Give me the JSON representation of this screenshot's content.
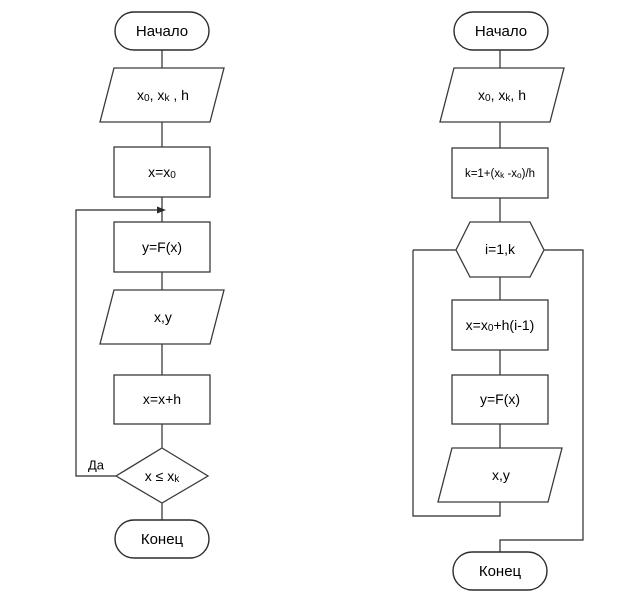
{
  "diagram": {
    "title": "Flowchart comparison: while-loop algorithm vs counted-loop algorithm",
    "language": "ru",
    "background_color": "#ffffff",
    "stroke_color": "#2b2b2b",
    "shape_fill": "#ffffff"
  },
  "left_flowchart": {
    "name": "while-loop-tabulation",
    "nodes": [
      {
        "id": "start",
        "type": "terminator",
        "text_parts": [
          {
            "t": "Начало"
          }
        ]
      },
      {
        "id": "input",
        "type": "input-output",
        "text_parts": [
          {
            "t": "x"
          },
          {
            "t": "0",
            "sub": true
          },
          {
            "t": ", x"
          },
          {
            "t": "k",
            "sub": true
          },
          {
            "t": " , h"
          }
        ]
      },
      {
        "id": "init",
        "type": "process",
        "text_parts": [
          {
            "t": "x=x"
          },
          {
            "t": "0",
            "sub": true
          }
        ]
      },
      {
        "id": "compute",
        "type": "process",
        "text_parts": [
          {
            "t": "y=F(x)"
          }
        ]
      },
      {
        "id": "output",
        "type": "input-output",
        "text_parts": [
          {
            "t": "x,y"
          }
        ]
      },
      {
        "id": "step",
        "type": "process",
        "text_parts": [
          {
            "t": "x=x+h"
          }
        ]
      },
      {
        "id": "decision",
        "type": "decision",
        "text_parts": [
          {
            "t": "x ≤ x"
          },
          {
            "t": "k",
            "sub": true
          }
        ]
      },
      {
        "id": "end",
        "type": "terminator",
        "text_parts": [
          {
            "t": "Конец"
          }
        ]
      }
    ],
    "branch_labels": [
      {
        "id": "yes-branch",
        "text": "Да"
      }
    ]
  },
  "right_flowchart": {
    "name": "counted-loop-tabulation",
    "nodes": [
      {
        "id": "start",
        "type": "terminator",
        "text_parts": [
          {
            "t": "Начало"
          }
        ]
      },
      {
        "id": "input",
        "type": "input-output",
        "text_parts": [
          {
            "t": "x"
          },
          {
            "t": "0",
            "sub": true
          },
          {
            "t": ", x"
          },
          {
            "t": "k",
            "sub": true
          },
          {
            "t": ", h"
          }
        ]
      },
      {
        "id": "count",
        "type": "process",
        "text_parts": [
          {
            "t": "k=1+(x"
          },
          {
            "t": "k",
            "sub": true
          },
          {
            "t": " -x"
          },
          {
            "t": "o",
            "sub": true
          },
          {
            "t": ")/h"
          }
        ]
      },
      {
        "id": "loop",
        "type": "loop-header",
        "text_parts": [
          {
            "t": "i=1,k"
          }
        ]
      },
      {
        "id": "xcalc",
        "type": "process",
        "text_parts": [
          {
            "t": "x=x"
          },
          {
            "t": "0",
            "sub": true
          },
          {
            "t": "+h(i-1)"
          }
        ]
      },
      {
        "id": "compute",
        "type": "process",
        "text_parts": [
          {
            "t": "y=F(x)"
          }
        ]
      },
      {
        "id": "output",
        "type": "input-output",
        "text_parts": [
          {
            "t": "x,y"
          }
        ]
      },
      {
        "id": "end",
        "type": "terminator",
        "text_parts": [
          {
            "t": "Конец"
          }
        ]
      }
    ],
    "branch_labels": []
  }
}
